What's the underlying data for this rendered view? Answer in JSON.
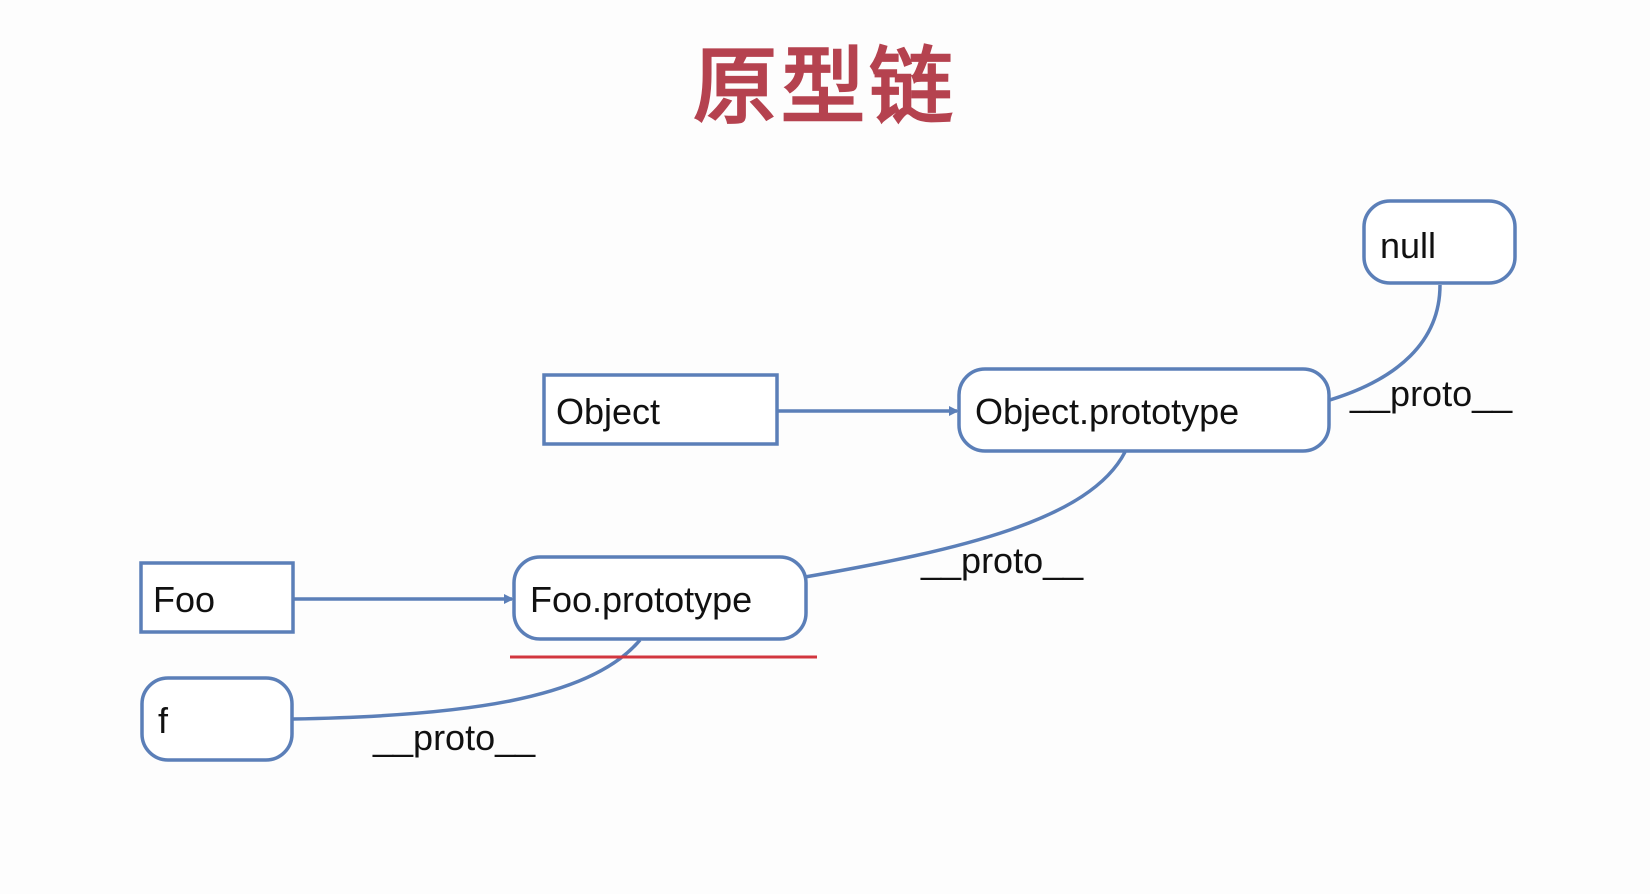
{
  "title": "原型链",
  "colors": {
    "title": "#b5424f",
    "stroke": "#5b7fb8",
    "underline": "#d2363f",
    "text": "#111111"
  },
  "nodes": {
    "null": "null",
    "object": "Object",
    "object_prototype": "Object.prototype",
    "foo": "Foo",
    "foo_prototype": "Foo.prototype",
    "f": "f"
  },
  "edges": {
    "null_proto": "__proto__",
    "object_prototype_proto": "__proto__",
    "f_proto": "__proto__"
  }
}
